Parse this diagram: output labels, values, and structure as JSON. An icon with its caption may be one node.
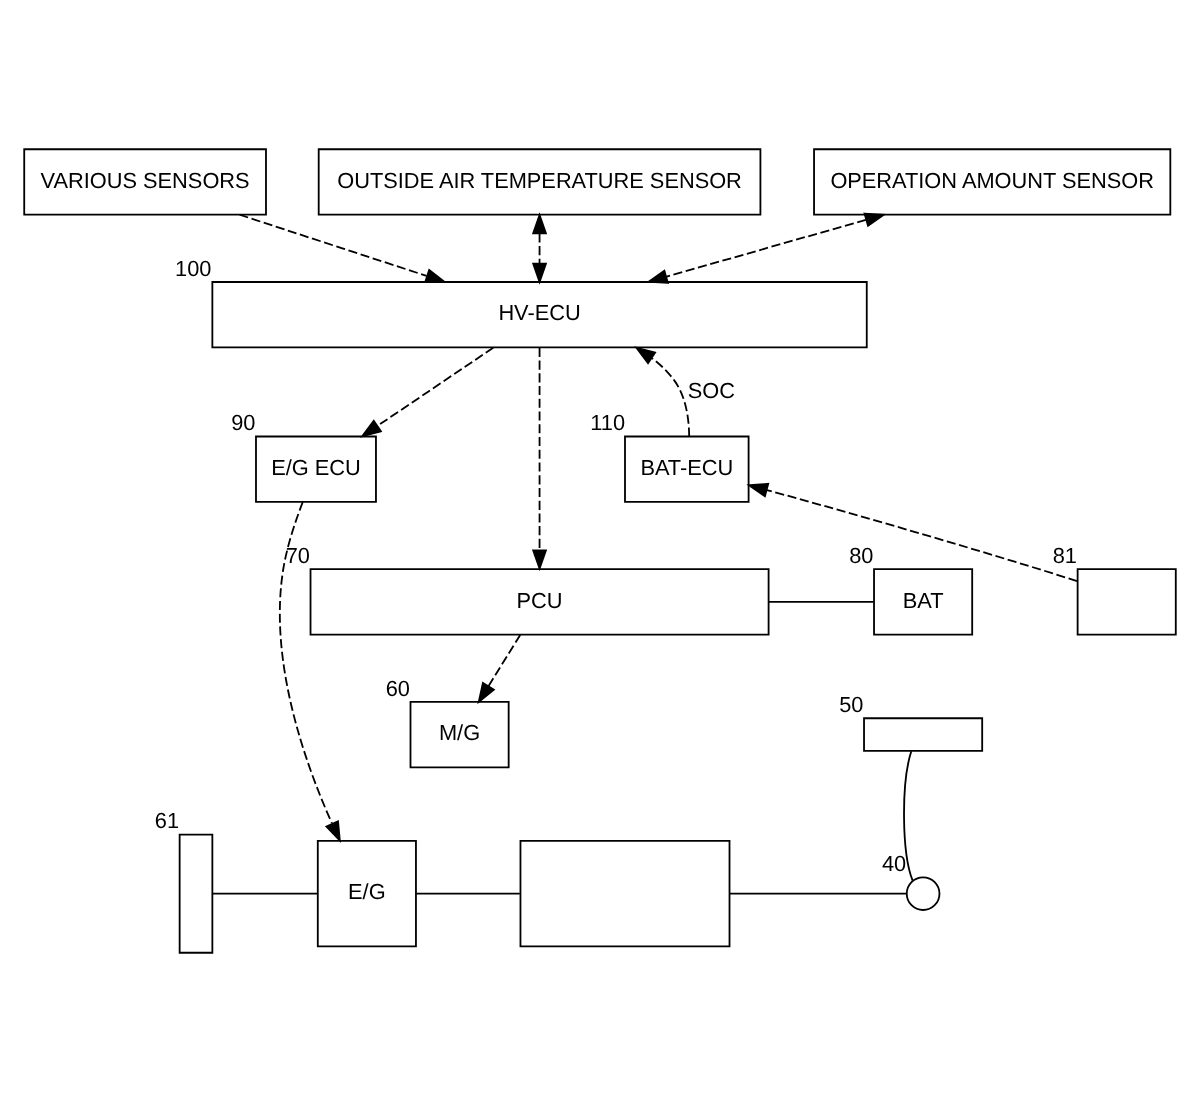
{
  "diagram": {
    "nodes": [
      {
        "text": [
          "VARIOUS SENSORS"
        ]
      },
      {
        "text": [
          "OUTSIDE AIR TEMPERATURE SENSOR"
        ]
      },
      {
        "text": [
          "OPERATION AMOUNT SENSOR"
        ]
      },
      {
        "text": [
          "HV-ECU"
        ],
        "beside": [
          "100"
        ]
      },
      {
        "text": [
          "BAT-ECU"
        ],
        "beside": [
          "110"
        ]
      },
      {
        "text": [
          "E/G ECU"
        ],
        "beside": [
          "90"
        ]
      },
      {
        "text": [
          "PCU"
        ],
        "beside": [
          "70"
        ]
      },
      {
        "text": [],
        "shape": "box",
        "beside": [
          "81"
        ]
      },
      {
        "text": [
          "BAT"
        ],
        "beside": [
          "80"
        ]
      },
      {
        "text": [
          "M/G"
        ],
        "beside": [
          "60"
        ]
      },
      {
        "text": [
          "E/G"
        ]
      },
      {
        "text": [],
        "shape": "bar",
        "beside": [
          "61"
        ]
      },
      {
        "text": [],
        "shape": "box"
      },
      {
        "text": [],
        "shape": "bar",
        "beside": [
          "50"
        ]
      },
      {
        "text": [],
        "shape": "circle",
        "beside": [
          "40"
        ]
      }
    ],
    "edges": [
      {
        "from": 0,
        "to": 3,
        "arrow": "to",
        "style": "dashed"
      },
      {
        "from": 1,
        "to": 3,
        "arrow": "both",
        "style": "dashed"
      },
      {
        "from": 2,
        "to": 3,
        "arrow": "both",
        "style": "dashed"
      },
      {
        "from": 4,
        "to": 3,
        "arrow": "to",
        "label": "SOC",
        "style": "dashed"
      },
      {
        "from": 3,
        "to": 5,
        "arrow": "to",
        "style": "dashed"
      },
      {
        "from": 3,
        "to": 6,
        "arrow": "to",
        "style": "dashed"
      },
      {
        "from": 7,
        "to": 4,
        "arrow": "to",
        "style": "dashed"
      },
      {
        "from": 6,
        "to": 8,
        "arrow": "none"
      },
      {
        "from": 6,
        "to": 9,
        "arrow": "to",
        "style": "dashed"
      },
      {
        "from": 5,
        "to": 10,
        "arrow": "to",
        "style": "dashed"
      },
      {
        "from": 11,
        "to": 10,
        "arrow": "none"
      },
      {
        "from": 10,
        "to": 12,
        "arrow": "none"
      },
      {
        "from": 12,
        "to": 14,
        "arrow": "none"
      },
      {
        "from": 13,
        "to": 14,
        "arrow": "none"
      }
    ]
  }
}
